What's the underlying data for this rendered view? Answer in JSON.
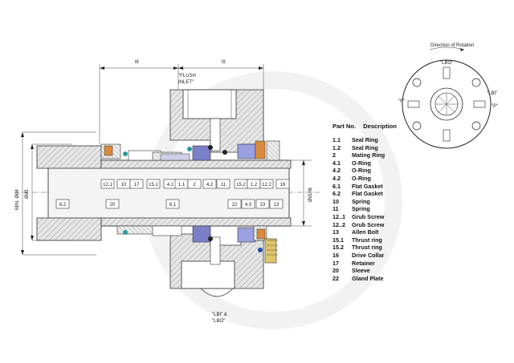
{
  "dimensions": {
    "l8": "l8",
    "l9": "l9",
    "min_od4": "MIN. Ød4",
    "od3": "Ød3",
    "od1": "Ød1h6"
  },
  "callouts": {
    "flush_inlet": [
      "\"FLUSH",
      "INLET\""
    ],
    "lbi_lbo": [
      "\"LBI\" &",
      "\"LBO\""
    ]
  },
  "balloons_top": [
    "12.1",
    "10",
    "17",
    "15.1",
    "4.1",
    "1.1",
    "2",
    "4.2",
    "11",
    "15.2",
    "1.2",
    "12.2",
    "16"
  ],
  "balloons_bottom": [
    "6.2",
    "20",
    "6.1",
    "22",
    "4.3",
    "23",
    "13"
  ],
  "end_view": {
    "caption": "Direction of Rotation",
    "marks": [
      "\"LBO\"",
      "\"F\"",
      "\"LBI\"",
      "\"P\""
    ]
  },
  "parts": {
    "header_no": "Part No.",
    "header_desc": "Description",
    "items": [
      {
        "no": "1.1",
        "desc": "Seal Ring"
      },
      {
        "no": "1.2",
        "desc": "Seal Ring"
      },
      {
        "no": "2",
        "desc": "Mating Ring"
      },
      {
        "no": "4.1",
        "desc": "O-Ring"
      },
      {
        "no": "4.2",
        "desc": "O-Ring"
      },
      {
        "no": "4.2",
        "desc": "O-Ring"
      },
      {
        "no": "6.1",
        "desc": "Flat Gasket"
      },
      {
        "no": "6.2",
        "desc": "Flat Gasket"
      },
      {
        "no": "10",
        "desc": "Spring"
      },
      {
        "no": "11",
        "desc": "Spring"
      },
      {
        "no": "12..1",
        "desc": "Grub Screw"
      },
      {
        "no": "12..2",
        "desc": "Grub Screw"
      },
      {
        "no": "13",
        "desc": "Allen Bolt"
      },
      {
        "no": "15.1",
        "desc": "Thrust ring"
      },
      {
        "no": "15.2",
        "desc": "Thrust ring"
      },
      {
        "no": "16",
        "desc": "Drive Collar"
      },
      {
        "no": "17",
        "desc": "Retainer"
      },
      {
        "no": "20",
        "desc": "Sleeve"
      },
      {
        "no": "22",
        "desc": "Gland Plate"
      }
    ]
  }
}
